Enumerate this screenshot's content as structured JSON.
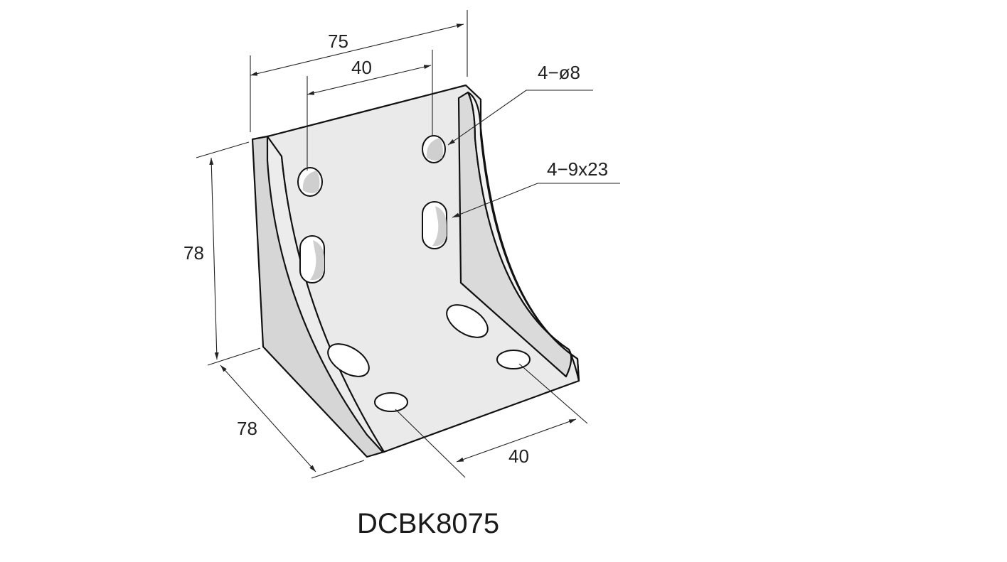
{
  "model": "DCBK8075",
  "dimensions": {
    "width_top": "75",
    "hole_spacing_top": "40",
    "height": "78",
    "depth": "78",
    "hole_spacing_bottom": "40"
  },
  "callouts": {
    "round_holes": "4−ø8",
    "slots": "4−9x23"
  },
  "colors": {
    "metal_light": "#e9e9e9",
    "metal_shade": "#d4d4d4",
    "line": "#111111"
  }
}
